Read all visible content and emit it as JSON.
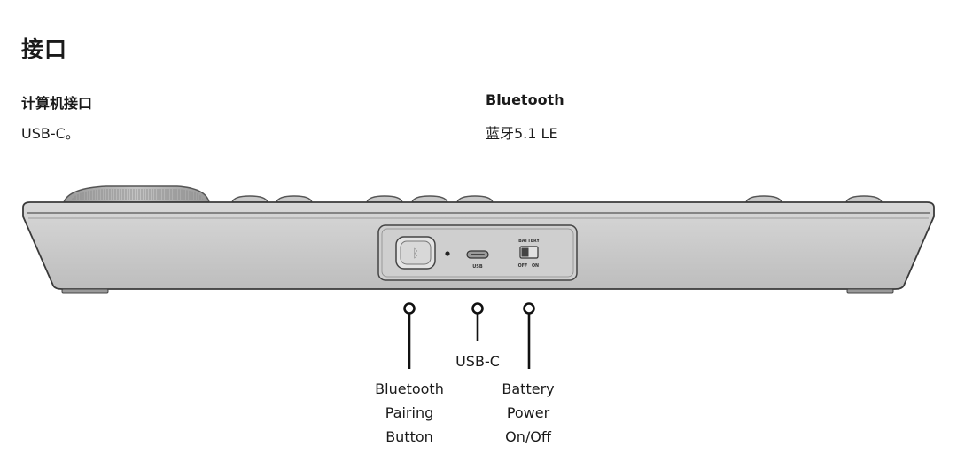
{
  "section": {
    "title": "接口"
  },
  "specs": [
    {
      "heading": "计算机接口",
      "value": "USB-C。"
    },
    {
      "heading": "Bluetooth",
      "value": "蓝牙5.1 LE"
    }
  ],
  "device": {
    "port_labels": {
      "usb": "USB",
      "battery": "BATTERY",
      "off": "OFF",
      "on": "ON"
    },
    "bluetooth_symbol": "ᛒ"
  },
  "callouts": {
    "bluetooth_pairing": [
      "Bluetooth",
      "Pairing",
      "Button"
    ],
    "usb_c": "USB-C",
    "battery_power": [
      "Battery",
      "Power",
      "On/Off"
    ]
  }
}
